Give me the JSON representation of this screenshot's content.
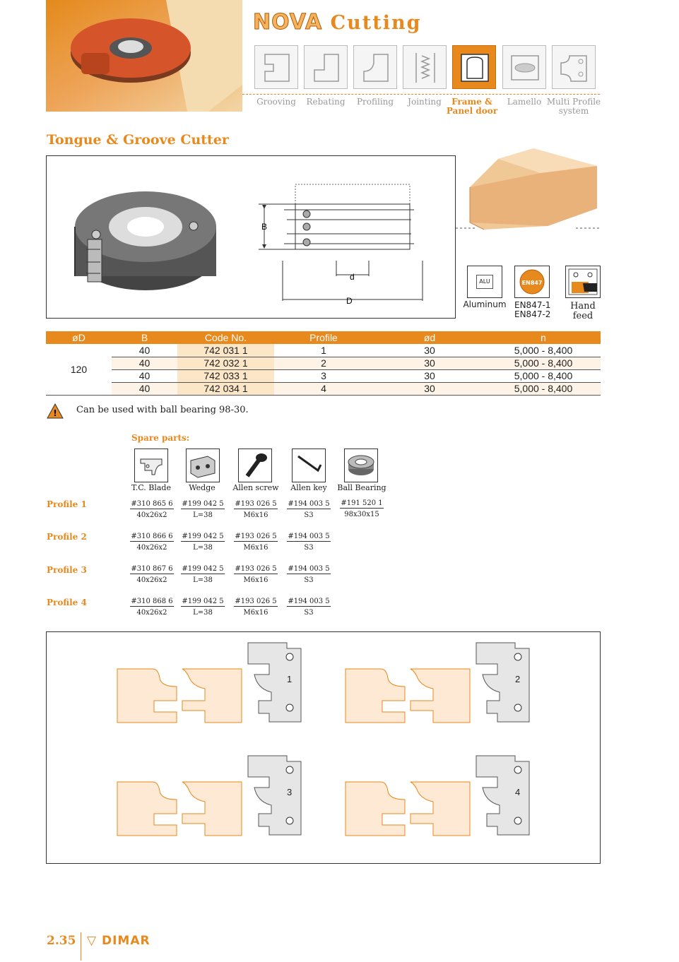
{
  "header": {
    "brand_nova": "NOVA",
    "brand_cutting": "Cutting",
    "categories": [
      {
        "label": "Grooving",
        "active": false
      },
      {
        "label": "Rebating",
        "active": false
      },
      {
        "label": "Profiling",
        "active": false
      },
      {
        "label": "Jointing",
        "active": false
      },
      {
        "label": "Frame & Panel door",
        "active": true
      },
      {
        "label": "Lamello",
        "active": false
      },
      {
        "label": "Multi Profile system",
        "active": false
      }
    ]
  },
  "product": {
    "title": "Tongue & Groove Cutter",
    "dim_B": "B",
    "dim_d": "d",
    "dim_D": "D",
    "icons": [
      {
        "badge": "ALU",
        "label": "Aluminum"
      },
      {
        "badge": "EN847",
        "label": "EN847-1 EN847-2"
      },
      {
        "badge": "hand-icon",
        "label": "Hand feed"
      }
    ]
  },
  "table": {
    "headers": [
      "øD",
      "B",
      "Code No.",
      "Profile",
      "ød",
      "n"
    ],
    "diameter": "120",
    "rows": [
      {
        "B": "40",
        "code": "742 031 1",
        "profile": "1",
        "d": "30",
        "n": "5,000 - 8,400"
      },
      {
        "B": "40",
        "code": "742 032 1",
        "profile": "2",
        "d": "30",
        "n": "5,000 - 8,400"
      },
      {
        "B": "40",
        "code": "742 033 1",
        "profile": "3",
        "d": "30",
        "n": "5,000 - 8,400"
      },
      {
        "B": "40",
        "code": "742 034 1",
        "profile": "4",
        "d": "30",
        "n": "5,000 - 8,400"
      }
    ]
  },
  "warning": "Can be used with ball bearing 98-30.",
  "spare_parts": {
    "title": "Spare parts:",
    "parts": [
      "T.C. Blade",
      "Wedge",
      "Allen screw",
      "Allen key",
      "Ball Bearing"
    ],
    "profiles": [
      {
        "label": "Profile 1",
        "items": [
          {
            "num": "#310 865 6",
            "dim": "40x26x2"
          },
          {
            "num": "#199 042 5",
            "dim": "L=38"
          },
          {
            "num": "#193 026 5",
            "dim": "M6x16"
          },
          {
            "num": "#194 003 5",
            "dim": "S3"
          },
          {
            "num": "#191 520 1",
            "dim": "98x30x15"
          }
        ]
      },
      {
        "label": "Profile 2",
        "items": [
          {
            "num": "#310 866 6",
            "dim": "40x26x2"
          },
          {
            "num": "#199 042 5",
            "dim": "L=38"
          },
          {
            "num": "#193 026 5",
            "dim": "M6x16"
          },
          {
            "num": "#194 003 5",
            "dim": "S3"
          }
        ]
      },
      {
        "label": "Profile 3",
        "items": [
          {
            "num": "#310 867 6",
            "dim": "40x26x2"
          },
          {
            "num": "#199 042 5",
            "dim": "L=38"
          },
          {
            "num": "#193 026 5",
            "dim": "M6x16"
          },
          {
            "num": "#194 003 5",
            "dim": "S3"
          }
        ]
      },
      {
        "label": "Profile 4",
        "items": [
          {
            "num": "#310 868 6",
            "dim": "40x26x2"
          },
          {
            "num": "#199 042 5",
            "dim": "L=38"
          },
          {
            "num": "#193 026 5",
            "dim": "M6x16"
          },
          {
            "num": "#194 003 5",
            "dim": "S3"
          }
        ]
      }
    ]
  },
  "profile_diagrams": [
    "1",
    "2",
    "3",
    "4"
  ],
  "footer": {
    "page": "2.35",
    "logo": "DIMAR"
  },
  "colors": {
    "accent": "#e8891e",
    "wood": "#fde9d4",
    "blade": "#e6e6e6"
  }
}
